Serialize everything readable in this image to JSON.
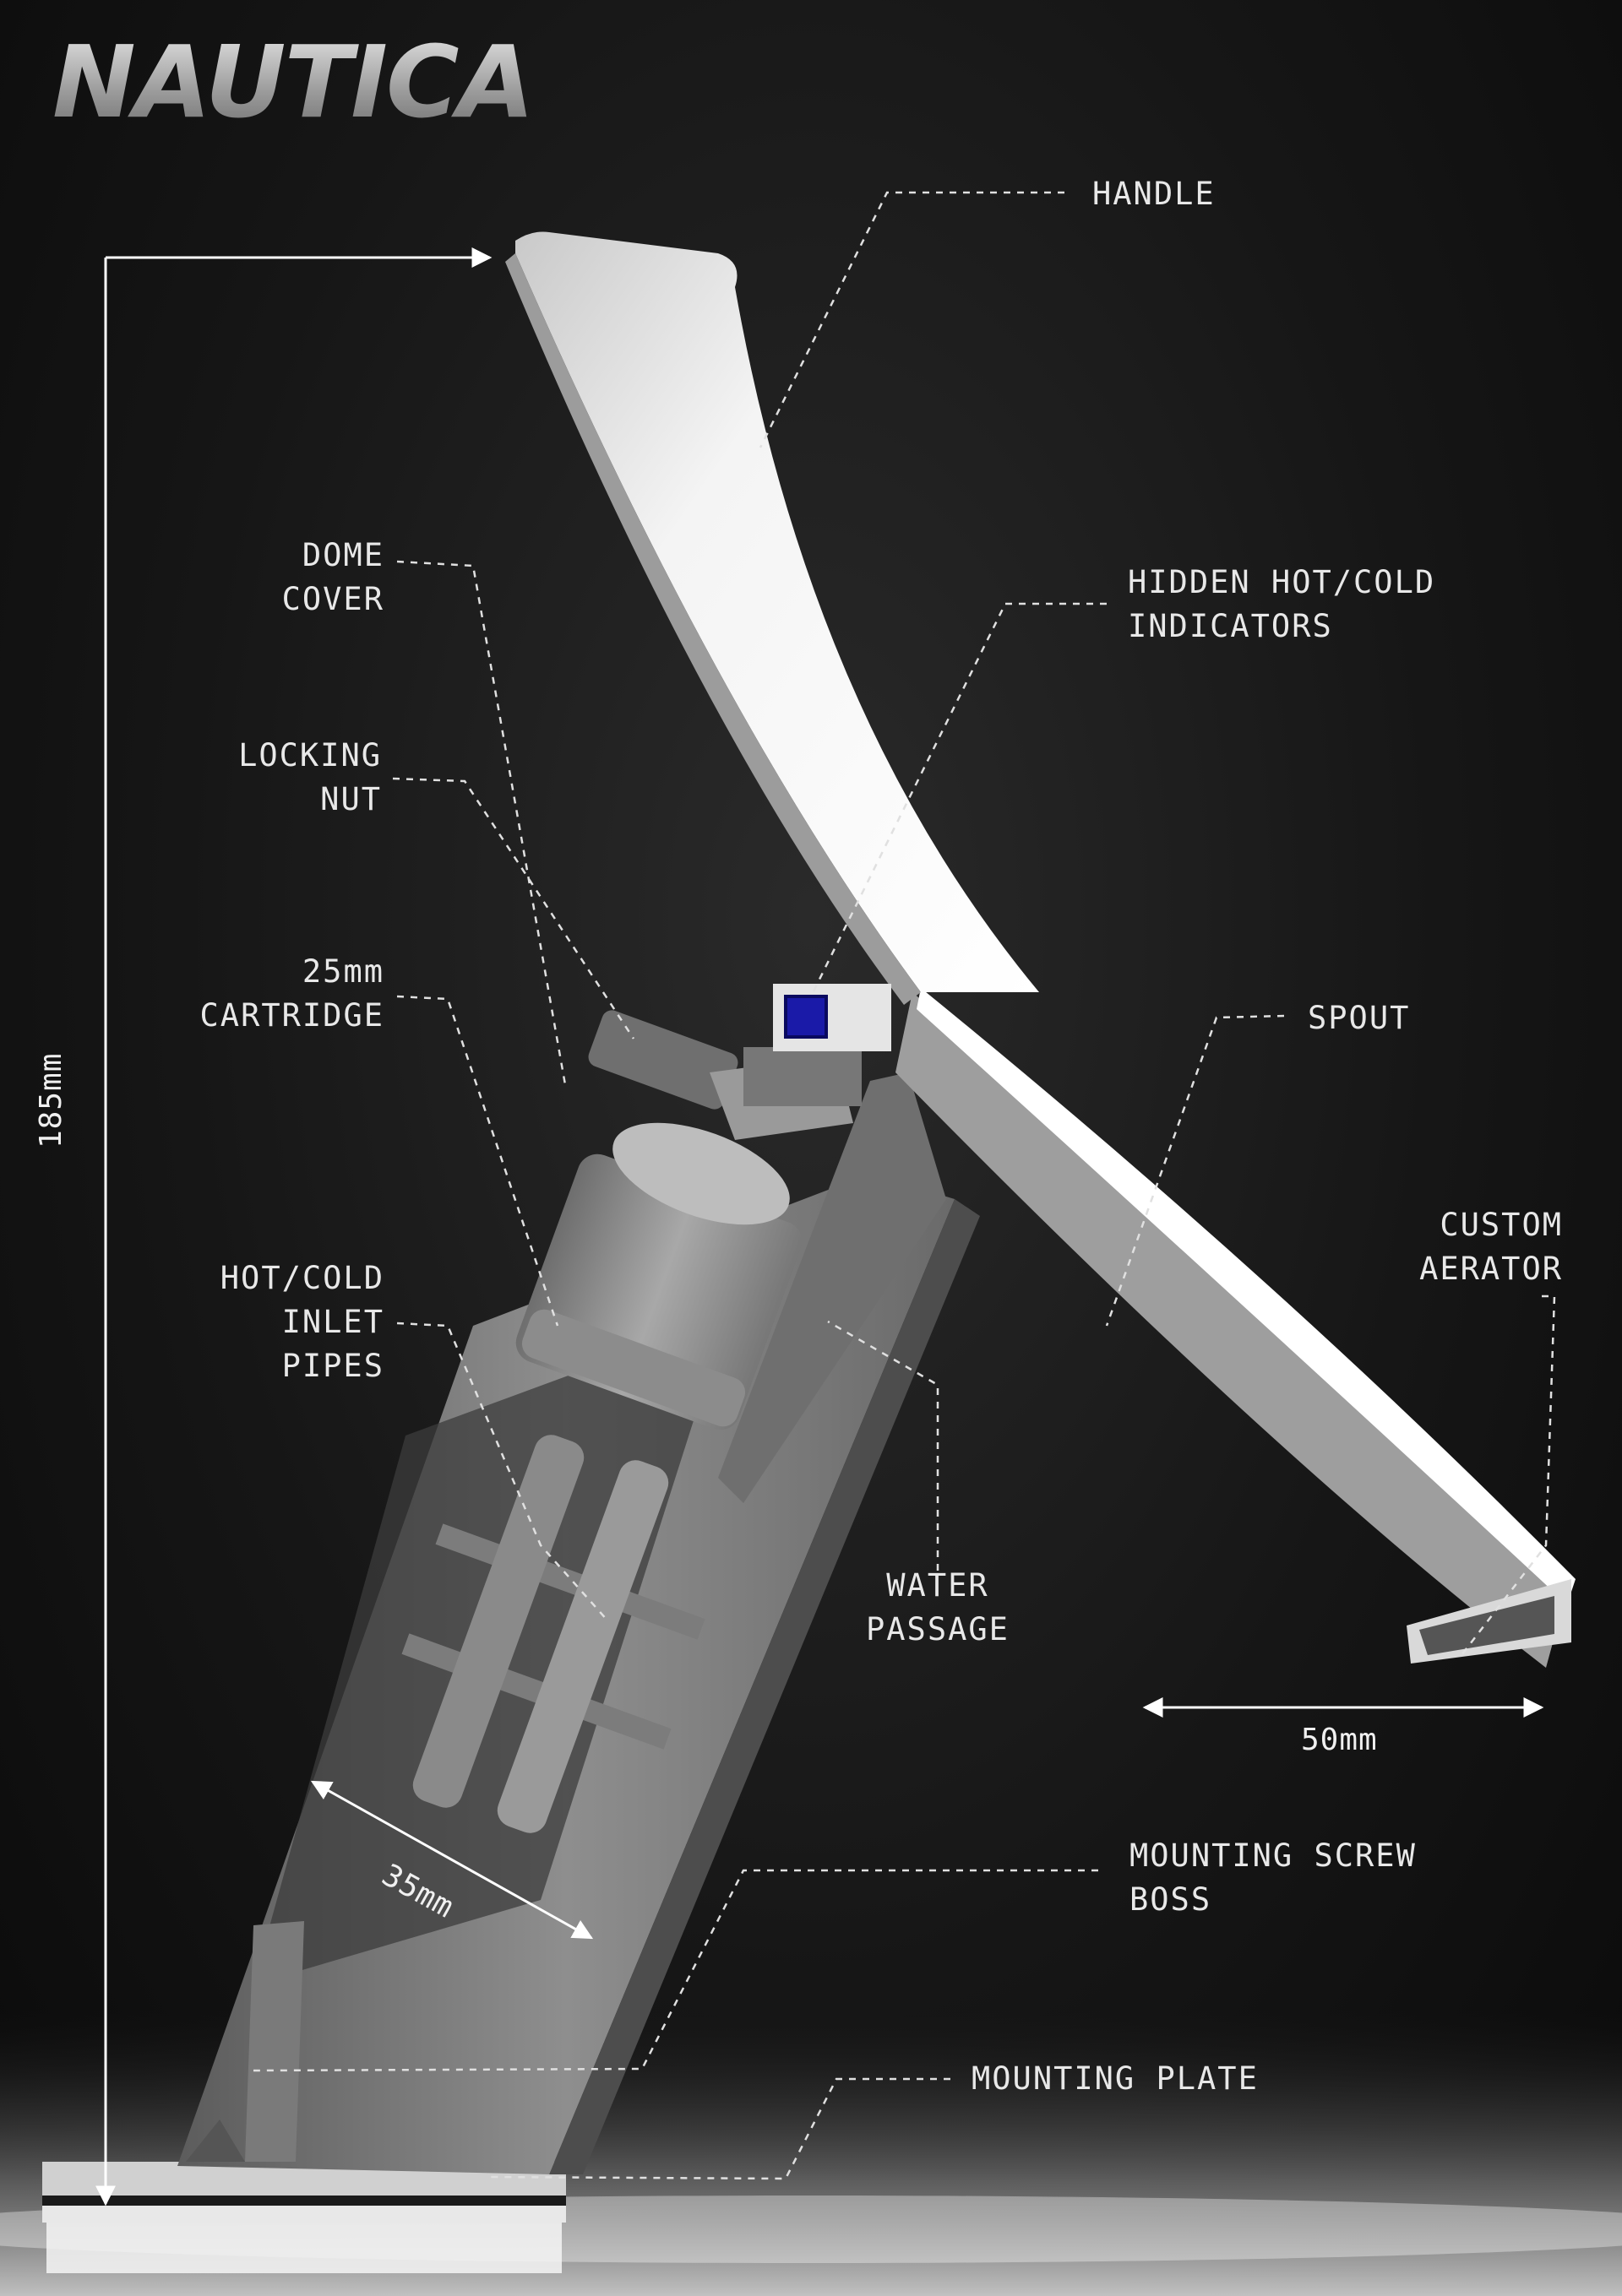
{
  "brand": {
    "name": "NAUTICA"
  },
  "labels": {
    "handle": [
      "HANDLE"
    ],
    "hidden_indicators": [
      "HIDDEN HOT/COLD",
      "INDICATORS"
    ],
    "dome_cover": [
      "DOME",
      "COVER"
    ],
    "locking_nut": [
      "LOCKING",
      "NUT"
    ],
    "cartridge": [
      "25mm",
      "CARTRIDGE"
    ],
    "spout": [
      "SPOUT"
    ],
    "custom_aerator": [
      "CUSTOM",
      "AERATOR"
    ],
    "inlet_pipes": [
      "HOT/COLD",
      "INLET",
      "PIPES"
    ],
    "water_passage": [
      "WATER",
      "PASSAGE"
    ],
    "mounting_screw_boss": [
      "MOUNTING SCREW",
      "BOSS"
    ],
    "mounting_plate": [
      "MOUNTING PLATE"
    ]
  },
  "dimensions": {
    "height": "185mm",
    "spout_width": "50mm",
    "body_width": "35mm"
  },
  "colors": {
    "background": "#141414",
    "body_gray": "#8c8c8c",
    "handle_white": "#f2f2f2",
    "indicator_blue": "#1a1aa8",
    "label_text": "#e8e8e8"
  }
}
